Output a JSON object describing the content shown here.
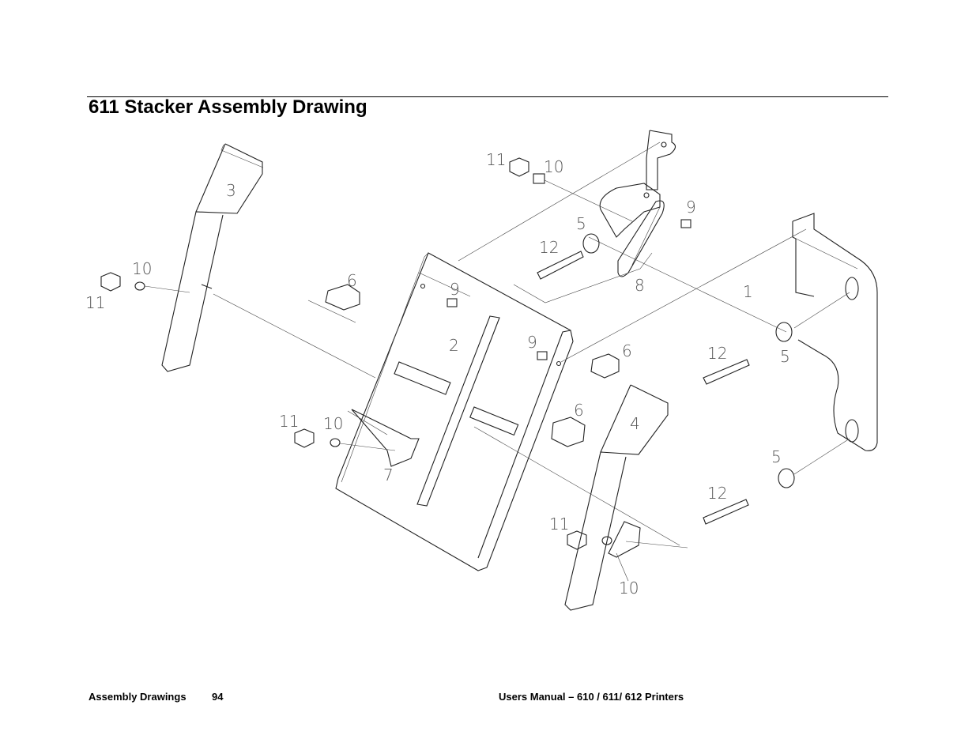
{
  "page": {
    "title": "611 Stacker Assembly Drawing"
  },
  "drawing": {
    "callouts": {
      "c1": "1",
      "c2": "2",
      "c3": "3",
      "c4": "4",
      "c5a": "5",
      "c5b": "5",
      "c5c": "5",
      "c6a": "6",
      "c6b": "6",
      "c6c": "6",
      "c7": "7",
      "c8": "8",
      "c9a": "9",
      "c9b": "9",
      "c9c": "9",
      "c10a": "10",
      "c10b": "10",
      "c10c": "10",
      "c10d": "10",
      "c11a": "11",
      "c11b": "11",
      "c11c": "11",
      "c11d": "11",
      "c12a": "12",
      "c12b": "12",
      "c12c": "12"
    }
  },
  "footer": {
    "section": "Assembly Drawings",
    "page_number": "94",
    "manual": "Users Manual – 610 / 611/ 612 Printers"
  }
}
